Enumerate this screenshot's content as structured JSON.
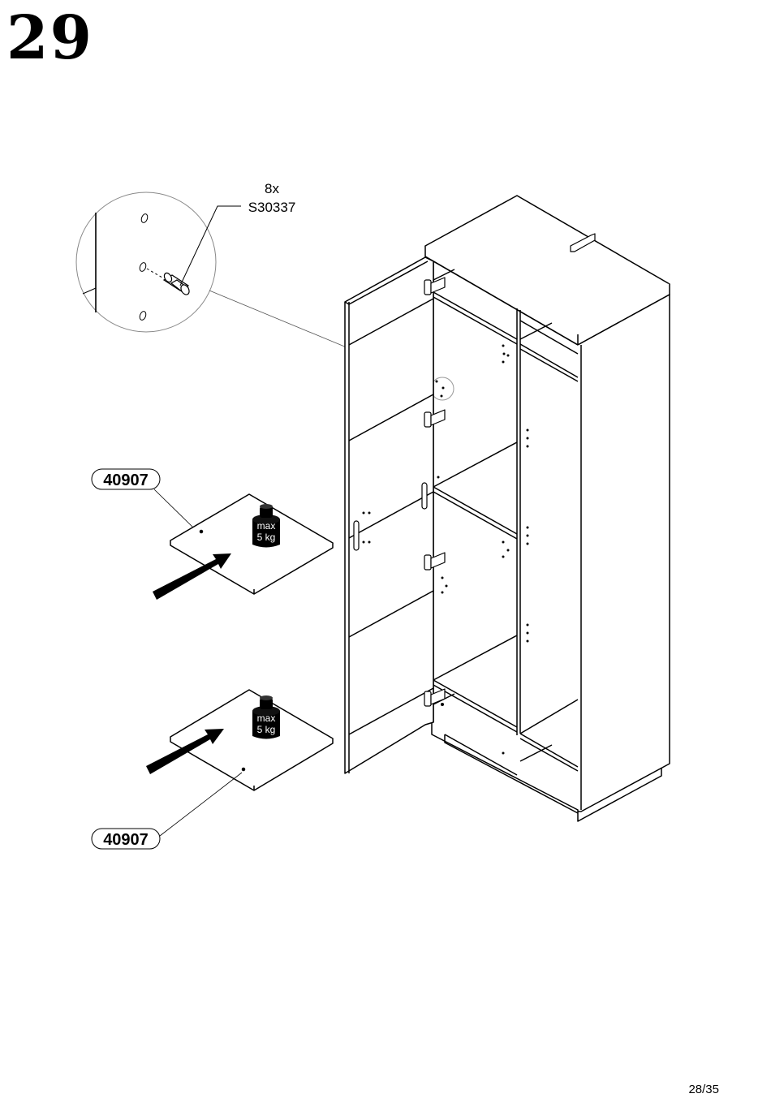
{
  "step": {
    "number": "29"
  },
  "hardware": {
    "quantity": "8x",
    "part_code": "S30337"
  },
  "shelves": [
    {
      "part_code": "40907",
      "load_top": "max",
      "load_bottom": "5 kg"
    },
    {
      "part_code": "40907",
      "load_top": "max",
      "load_bottom": "5 kg"
    }
  ],
  "footer": {
    "page": "28/35"
  }
}
